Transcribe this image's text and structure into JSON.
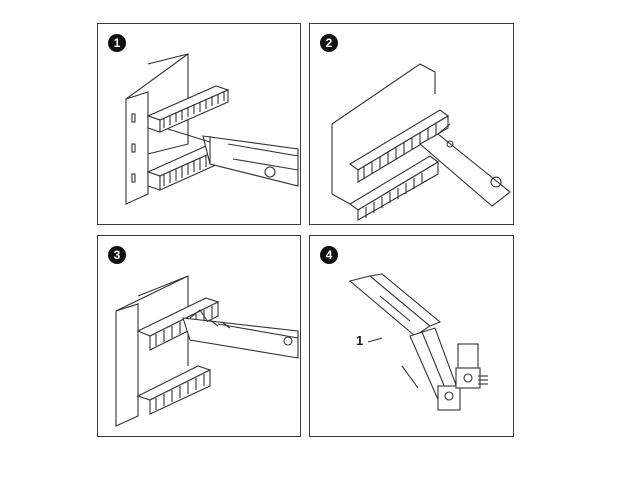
{
  "steps": [
    {
      "number": "1",
      "icon": "mount-bracket-insertion-illustration"
    },
    {
      "number": "2",
      "icon": "punch-tool-on-module-illustration"
    },
    {
      "number": "3",
      "icon": "tool-insertion-illustration"
    },
    {
      "number": "4",
      "icon": "tool-head-detail-illustration"
    }
  ],
  "callouts": {
    "label_1": "1"
  }
}
